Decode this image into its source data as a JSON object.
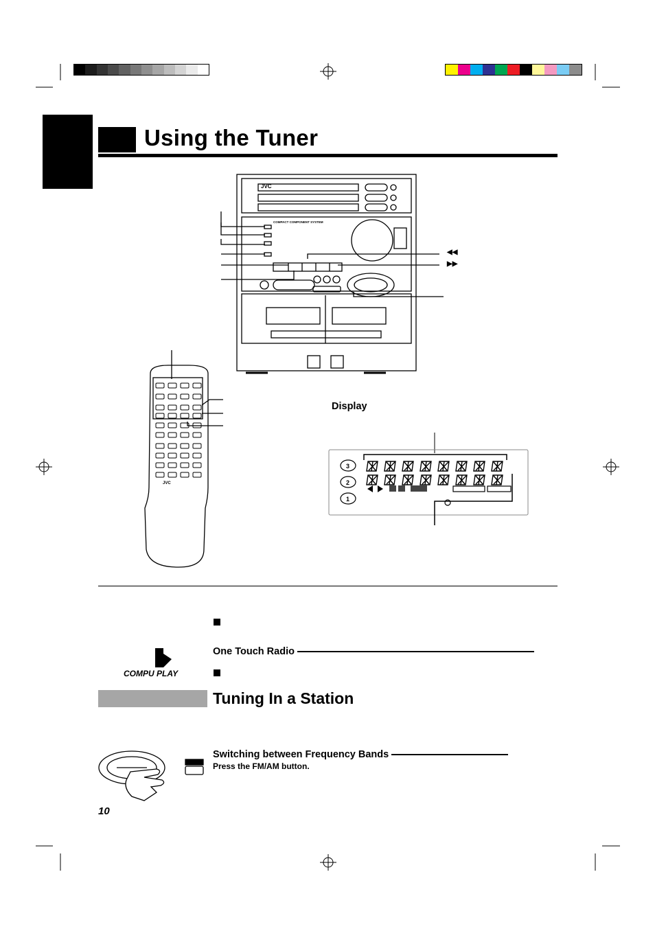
{
  "page": {
    "title": "Using the Tuner",
    "page_number": "10"
  },
  "figure": {
    "display_label": "Display",
    "prev_symbol": "◀◀",
    "next_symbol": "▶▶",
    "main_unit_brand": "JVC",
    "main_unit_caption": "COMPACT COMPONENT SYSTEM",
    "remote_brand": "JVC"
  },
  "section": {
    "one_touch_radio": "One Touch Radio",
    "compu_play_logo": "COMPU PLAY",
    "heading": "Tuning In a Station",
    "switching_bands": "Switching between Frequency Bands",
    "press_fm_am": "Press the FM/AM button."
  },
  "colors": {
    "reg_bars_gray": [
      "#000000",
      "#1c1c1c",
      "#333333",
      "#4a4a4a",
      "#616161",
      "#787878",
      "#8f8f8f",
      "#a6a6a6",
      "#bdbdbd",
      "#d4d4d4",
      "#ebebeb",
      "#ffffff"
    ],
    "reg_bars_color": [
      "#fff200",
      "#ec008c",
      "#00aeef",
      "#2e3192",
      "#00a651",
      "#ed1c24",
      "#000000",
      "#fff799",
      "#f49ac1",
      "#7accf4",
      "#8c8c8c"
    ]
  }
}
